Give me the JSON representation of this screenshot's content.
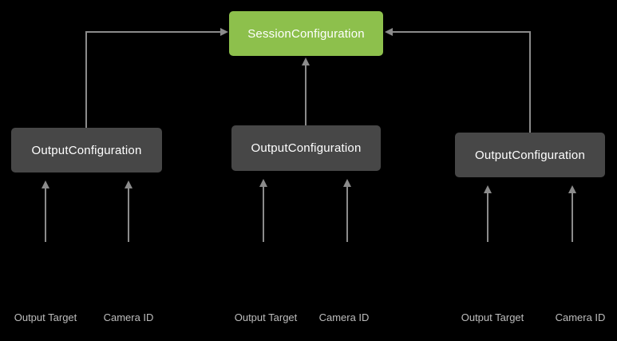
{
  "diagram": {
    "session_node": {
      "label": "SessionConfiguration"
    },
    "output_groups": [
      {
        "node_label": "OutputConfiguration",
        "input_labels": [
          "Output Target",
          "Camera ID"
        ]
      },
      {
        "node_label": "OutputConfiguration",
        "input_labels": [
          "Output Target",
          "Camera ID"
        ]
      },
      {
        "node_label": "OutputConfiguration",
        "input_labels": [
          "Output Target",
          "Camera ID"
        ]
      }
    ],
    "colors": {
      "background": "#000000",
      "session_fill": "#8dc04c",
      "output_fill": "#474747",
      "arrow": "#8b8b8b",
      "node_text": "#ffffff",
      "label_text": "#bdbdbd"
    }
  }
}
